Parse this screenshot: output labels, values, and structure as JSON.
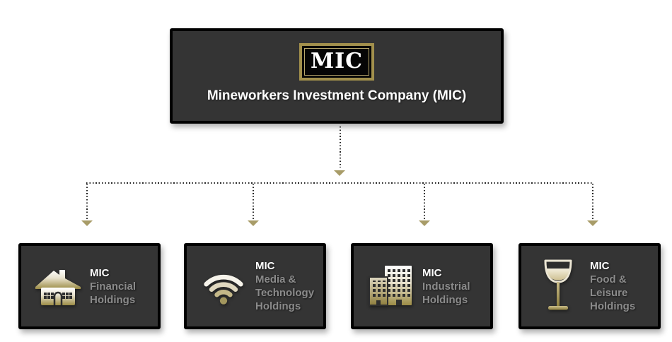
{
  "page": {
    "background": "#ffffff"
  },
  "root": {
    "logo_text": "MIC",
    "title": "Mineworkers Investment Company (MIC)"
  },
  "children": [
    {
      "name": "MIC",
      "subtitle_lines": [
        "Financial",
        "Holdings"
      ],
      "icon": "house-icon"
    },
    {
      "name": "MIC",
      "subtitle_lines": [
        "Media &",
        "Technology",
        "Holdings"
      ],
      "icon": "wifi-icon"
    },
    {
      "name": "MIC",
      "subtitle_lines": [
        "Industrial",
        "Holdings"
      ],
      "icon": "buildings-icon"
    },
    {
      "name": "MIC",
      "subtitle_lines": [
        "Food &",
        "Leisure",
        "Holdings"
      ],
      "icon": "wine-glass-icon"
    }
  ],
  "colors": {
    "box_background": "#343434",
    "box_border": "#000000",
    "logo_gold": "#a2904c",
    "arrow_gold": "#a89c68",
    "icon_gradient_top": "#ffffff",
    "icon_gradient_bottom": "#9c8c45",
    "title_white": "#ffffff",
    "subtitle_gray": "#8b8b8b",
    "connector_dot": "#262626"
  }
}
